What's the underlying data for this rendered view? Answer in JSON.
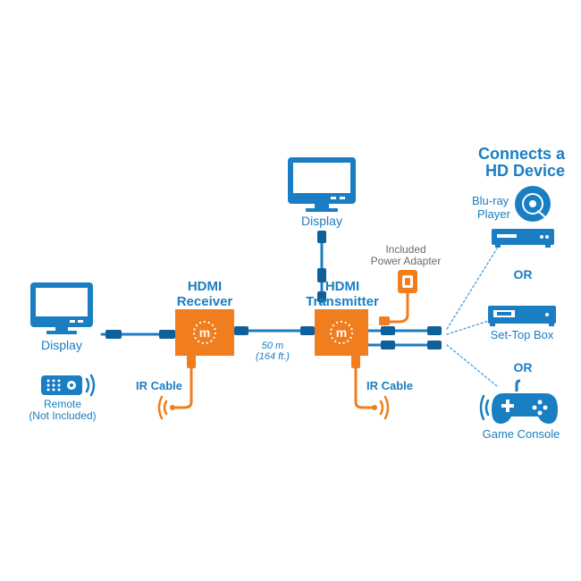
{
  "title_line1": "Connects a",
  "title_line2": "HD Device",
  "labels": {
    "display_left": "Display",
    "display_top": "Display",
    "remote_line1": "Remote",
    "remote_line2": "(Not Included)",
    "receiver_line1": "HDMI",
    "receiver_line2": "Receiver",
    "transmitter_line1": "HDMI",
    "transmitter_line2": "Transmitter",
    "ir_cable_left": "IR Cable",
    "ir_cable_right": "IR Cable",
    "power_line1": "Included",
    "power_line2": "Power Adapter",
    "distance_line1": "50 m",
    "distance_line2": "(164 ft.)",
    "bluray_line1": "Blu-ray",
    "bluray_line2": "Player",
    "or_1": "OR",
    "settop": "Set-Top Box",
    "or_2": "OR",
    "console": "Game Console"
  },
  "colors": {
    "blue": "#1a7ec3",
    "orange": "#f07d1e",
    "dark_blue": "#0f5f99",
    "dotted_line": "#5aa9dd"
  },
  "icons": [
    "monitor-icon",
    "remote-icon",
    "wifi-waves-icon",
    "disc-icon",
    "bluray-player-icon",
    "set-top-box-icon",
    "gamepad-icon",
    "power-adapter-icon",
    "manhattan-logo-icon"
  ]
}
